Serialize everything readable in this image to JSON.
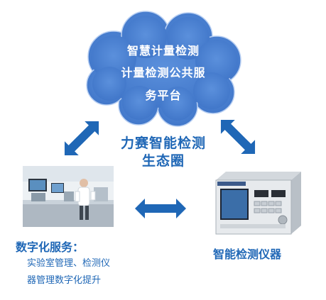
{
  "cloud": {
    "line1": "智慧计量检测",
    "line2": "计量检测公共服",
    "line3": "务平台"
  },
  "center": {
    "line1": "力赛智能检测",
    "line2": "生态圈"
  },
  "left": {
    "title": "数字化服务：",
    "desc_line1": "实验室管理、检测仪",
    "desc_line2": "器管理数字化提升"
  },
  "right": {
    "title": "智能检测仪器"
  },
  "colors": {
    "cloud_fill": "#4f86d6",
    "cloud_stroke": "#9cbcf0",
    "arrow": "#1f67b6",
    "text_accent": "#1f67b6"
  }
}
